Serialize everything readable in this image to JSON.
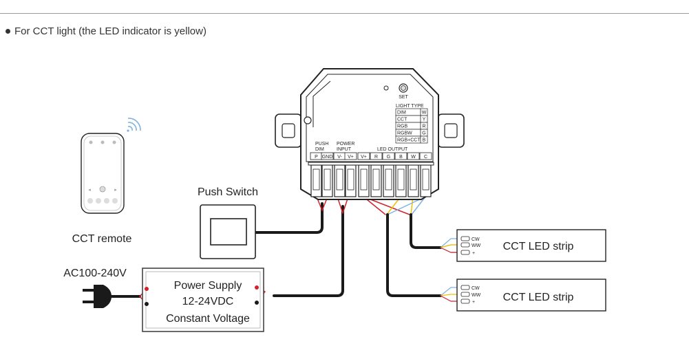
{
  "heading": "For CCT light (the LED indicator is yellow)",
  "remote": {
    "label": "CCT remote"
  },
  "push_switch": {
    "label": "Push Switch"
  },
  "mains": {
    "label": "AC100-240V"
  },
  "power_supply": {
    "line1": "Power Supply",
    "line2": "12-24VDC",
    "line3": "Constant Voltage"
  },
  "controller": {
    "set_label": "SET",
    "light_type_title": "LIGHT TYPE",
    "light_types": [
      {
        "name": "DIM",
        "code": "W"
      },
      {
        "name": "CCT",
        "code": "Y"
      },
      {
        "name": "RGB",
        "code": "R"
      },
      {
        "name": "RGBW",
        "code": "G"
      },
      {
        "name": "RGB+CCT",
        "code": "B"
      }
    ],
    "groups": {
      "push_dim_1": "PUSH",
      "push_dim_2": "DIM",
      "power_1": "POWER",
      "power_2": "INPUT",
      "led_output": "LED OUTPUT"
    },
    "terminals": [
      "P",
      "GND",
      "V-",
      "V+",
      "V+",
      "R",
      "G",
      "B",
      "W",
      "C"
    ]
  },
  "strips": [
    {
      "label": "CCT LED strip",
      "pins": [
        "CW",
        "WW",
        "+"
      ]
    },
    {
      "label": "CCT LED strip",
      "pins": [
        "CW",
        "WW",
        "+"
      ]
    }
  ],
  "colors": {
    "wire_black": "#1a1a1a",
    "wire_red": "#d2232a",
    "wire_yellow": "#f2c200",
    "wire_blue": "#7fb2e0",
    "remote_warm": "#f0a040",
    "remote_cool": "#a8c8ec"
  }
}
